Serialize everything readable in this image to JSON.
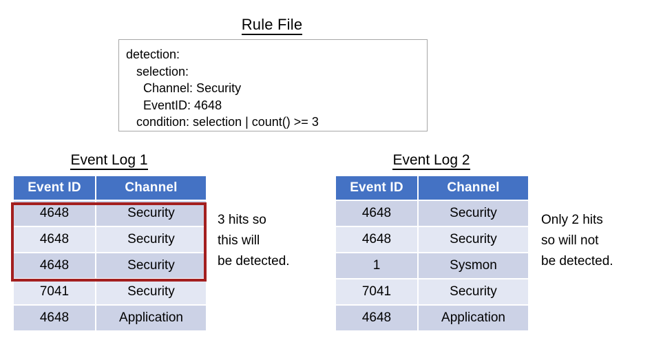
{
  "rule_file": {
    "title": "Rule File",
    "code": "detection:\n   selection:\n     Channel: Security\n     EventID: 4648\n   condition: selection | count() >= 3"
  },
  "logs": [
    {
      "title": "Event Log 1",
      "columns": [
        "Event ID",
        "Channel"
      ],
      "rows": [
        {
          "event_id": "4648",
          "channel": "Security"
        },
        {
          "event_id": "4648",
          "channel": "Security"
        },
        {
          "event_id": "4648",
          "channel": "Security"
        },
        {
          "event_id": "7041",
          "channel": "Security"
        },
        {
          "event_id": "4648",
          "channel": "Application"
        }
      ],
      "highlight": {
        "color": "#a31f1f",
        "rows": [
          0,
          1,
          2
        ]
      },
      "annotation": "3 hits so\nthis will\nbe detected."
    },
    {
      "title": "Event Log 2",
      "columns": [
        "Event ID",
        "Channel"
      ],
      "rows": [
        {
          "event_id": "4648",
          "channel": "Security"
        },
        {
          "event_id": "4648",
          "channel": "Security"
        },
        {
          "event_id": "1",
          "channel": "Sysmon"
        },
        {
          "event_id": "7041",
          "channel": "Security"
        },
        {
          "event_id": "4648",
          "channel": "Application"
        }
      ],
      "highlight": {
        "color": "#24a148",
        "rows": [
          0,
          1
        ]
      },
      "annotation": "Only 2 hits\nso will not\nbe detected."
    }
  ],
  "colors": {
    "header_blue": "#4472c4",
    "row_band_a": "#ccd2e6",
    "row_band_b": "#e3e7f3",
    "highlight_red": "#a31f1f",
    "highlight_green": "#24a148",
    "box_border": "#a6a6a6"
  }
}
